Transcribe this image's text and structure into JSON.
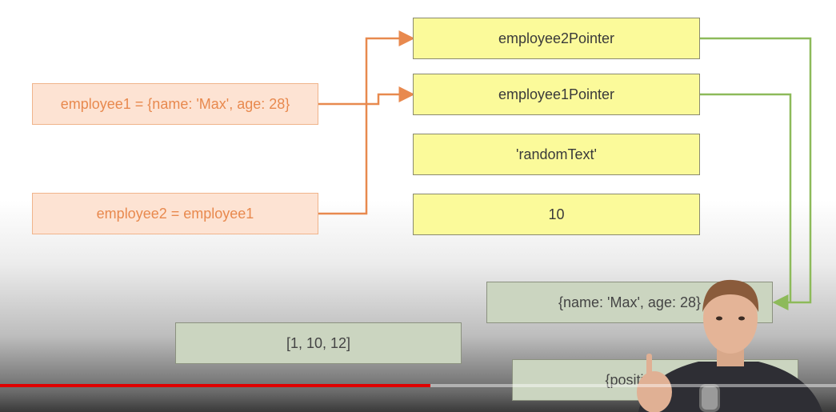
{
  "stack": {
    "employee1": "employee1 = {name: 'Max', age: 28}",
    "employee2": "employee2 =  employee1"
  },
  "memory": {
    "employee2_pointer": "employee2Pointer",
    "employee1_pointer": "employee1Pointer",
    "random_text": "'randomText'",
    "number": "10"
  },
  "heap": {
    "object1": "{name: 'Max', age: 28}",
    "array": "[1, 10, 12]",
    "object2": "{position: 'LAB'}"
  },
  "colors": {
    "orange_arrow": "#e8894e",
    "green_arrow": "#8dba5a",
    "progress": "#e00000"
  },
  "video": {
    "progress": 0.515
  }
}
